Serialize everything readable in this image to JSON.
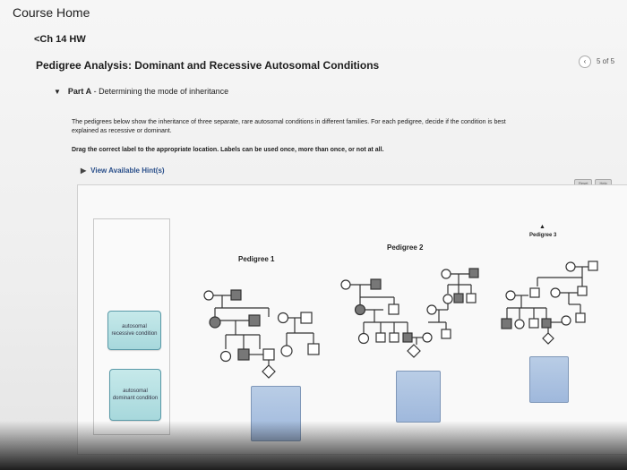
{
  "header": {
    "course_home": "Course Home",
    "back_link": "<Ch 14 HW",
    "problem_title": "Pedigree Analysis: Dominant and Recessive Autosomal Conditions",
    "pager": "5 of 5"
  },
  "part": {
    "label": "Part A",
    "separator": " - ",
    "title": "Determining the mode of inheritance"
  },
  "instructions": {
    "line1": "The pedigrees below show the inheritance of three separate, rare autosomal conditions in different families. For each pedigree, decide if the condition is best",
    "line2": "explained as recessive or dominant.",
    "drag": "Drag the correct label to the appropriate location. Labels can be used once, more than once, or not at all."
  },
  "hints": {
    "label": "View Available Hint(s)"
  },
  "controls": {
    "reset": "Reset",
    "help": "Help"
  },
  "labels": [
    {
      "text": "autosomal recessive condition"
    },
    {
      "text": "autosomal dominant condition"
    }
  ],
  "pedigrees": [
    {
      "title": "Pedigree 1"
    },
    {
      "title": "Pedigree 2"
    },
    {
      "title": "Pedigree 3"
    }
  ]
}
